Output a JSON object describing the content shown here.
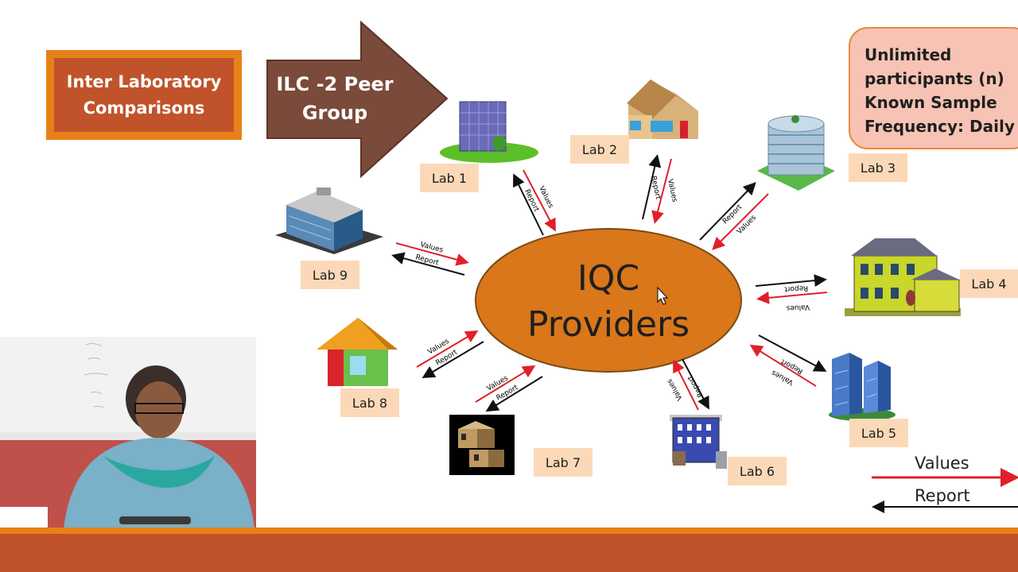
{
  "slide": {
    "title": "Inter Laboratory\nComparisons",
    "arrow_label": "ILC -2 Peer\nGroup",
    "center_label": "IQC\nProviders",
    "info_lines": [
      "Unlimited",
      "participants (n)",
      "Known Sample",
      "Frequency: Daily"
    ],
    "labs": [
      "Lab 1",
      "Lab 2",
      "Lab 3",
      "Lab 4",
      "Lab 5",
      "Lab 6",
      "Lab 7",
      "Lab 8",
      "Lab 9"
    ],
    "arrow_values_text": "Values",
    "arrow_report_text": "Report",
    "legend": {
      "values": "Values",
      "report": "Report"
    }
  },
  "colors": {
    "values_arrow": "#e0202a",
    "report_arrow": "#111111",
    "ellipse_fill": "#d9771a",
    "bottom_bar": "#c0532a"
  }
}
